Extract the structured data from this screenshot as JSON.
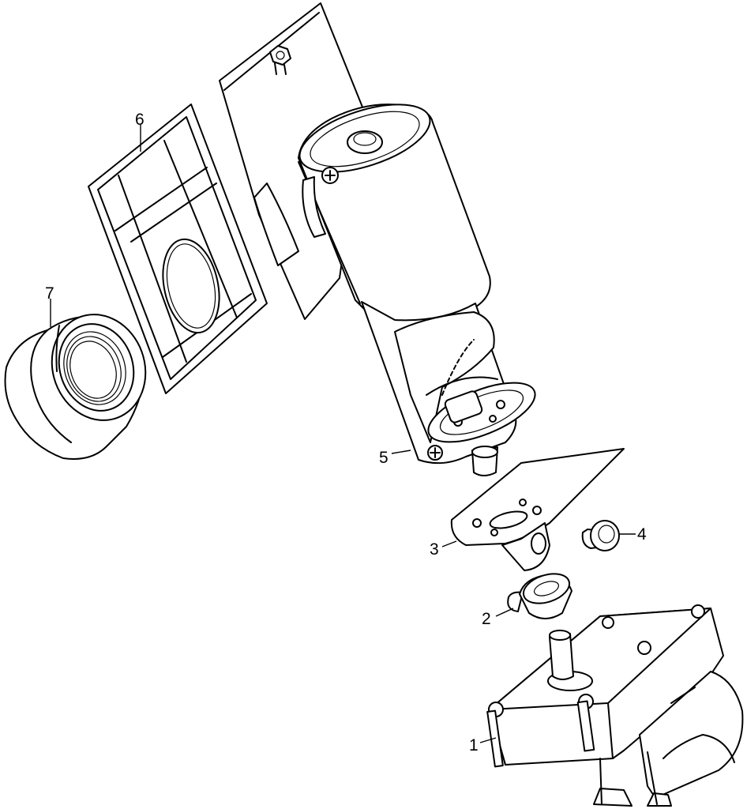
{
  "callouts": [
    {
      "id": "1",
      "text": "1"
    },
    {
      "id": "2",
      "text": "2"
    },
    {
      "id": "3",
      "text": "3"
    },
    {
      "id": "4",
      "text": "4"
    },
    {
      "id": "5",
      "text": "5"
    },
    {
      "id": "6",
      "text": "6"
    },
    {
      "id": "7",
      "text": "7"
    }
  ],
  "colors": {
    "line": "#000000",
    "background": "#ffffff"
  }
}
